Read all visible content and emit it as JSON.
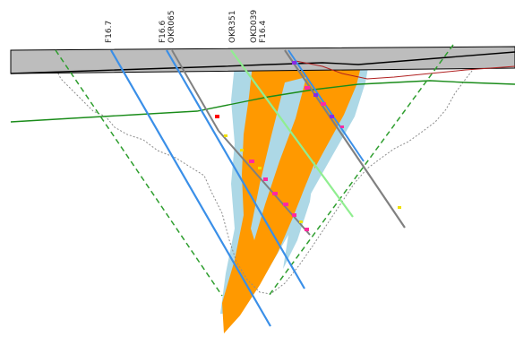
{
  "section": {
    "colors": {
      "topography_fill": "#bdbdbd",
      "envelope_fill": "#add8e6",
      "ore_fill": "#ff9900",
      "pit_shell": "#8c8c8c",
      "surface_line": "#1a8c1a",
      "fault_line": "#2e9e2e",
      "red_line": "#b02020",
      "assay_pink": "#ff2aa0",
      "assay_yellow": "#f0e000",
      "assay_red": "#ff0000"
    },
    "drillholes": [
      {
        "name": "F16.7",
        "color": "#3a8fe8",
        "style": "solid"
      },
      {
        "name": "F16.6",
        "color": "#3a8fe8",
        "style": "solid"
      },
      {
        "name": "OKR065",
        "color": "#808080",
        "style": "solid"
      },
      {
        "name": "OKR351",
        "color": "#90ee90",
        "style": "solid"
      },
      {
        "name": "OKD039",
        "color": "#808080",
        "style": "solid"
      },
      {
        "name": "F16.4",
        "color": "#3a8fe8",
        "style": "solid"
      }
    ]
  }
}
